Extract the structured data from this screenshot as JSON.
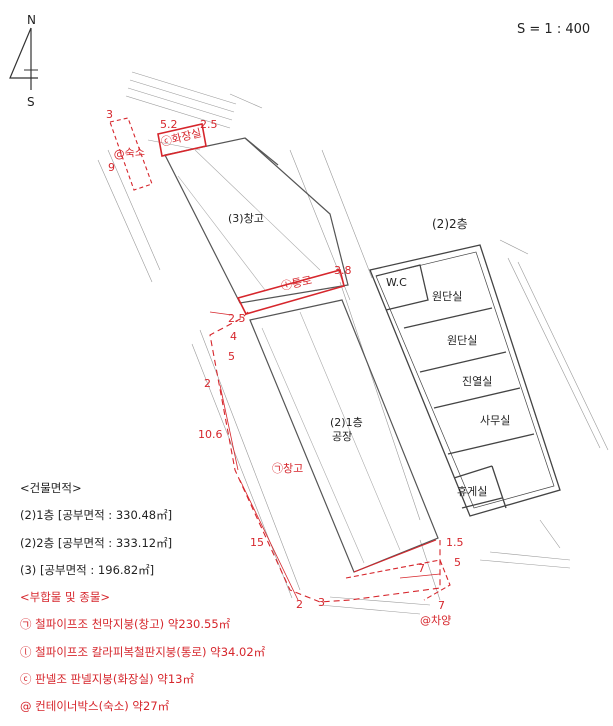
{
  "compass": {
    "north": "N",
    "south": "S"
  },
  "scale": "S = 1 : 400",
  "rooms": {
    "warehouse": "(3)창고",
    "factory_floor": "(2)1층",
    "factory_use": "공장",
    "second_floor_title": "(2)2층",
    "wc": "W.C",
    "fabric_room_1": "원단실",
    "fabric_room_2": "원단실",
    "display_room": "진열실",
    "office": "사무실",
    "lounge": "휴게실"
  },
  "annexes": {
    "dormitory": "@숙소",
    "restroom": "ⓒ화장실",
    "passage": "ⓛ통로",
    "storage": "㉠창고",
    "canopy": "@차양"
  },
  "dimensions": {
    "dorm_w": "3",
    "dorm_h": "9",
    "rest_w": "5.2",
    "rest_d": "2.5",
    "pass_w": "3.8",
    "pass_d": "2.5",
    "stor_a": "4",
    "stor_b": "5",
    "stor_c": "2",
    "stor_len": "10.6",
    "outer_len": "15",
    "bot_a": "2",
    "bot_b": "3",
    "can_a": "1.5",
    "can_b": "7",
    "can_c": "5",
    "can_d": "7"
  },
  "legend": {
    "title": "<건물면적>",
    "items": [
      "(2)1층 [공부면적 : 330.48㎡]",
      "(2)2층 [공부면적 : 333.12㎡]",
      "(3) [공부면적 : 196.82㎡]"
    ],
    "annex_title": "<부합물 및 종물>",
    "annex_items": [
      "㉠ 철파이프조 천막지붕(창고) 약230.55㎡",
      "ⓛ 철파이프조 칼라피복철판지붕(통로) 약34.02㎡",
      "ⓒ 판넬조 판넬지붕(화장실) 약13㎡",
      "@ 컨테이너박스(숙소) 약27㎡"
    ]
  },
  "colors": {
    "annex_red": "#d6262c",
    "line": "#555555"
  }
}
